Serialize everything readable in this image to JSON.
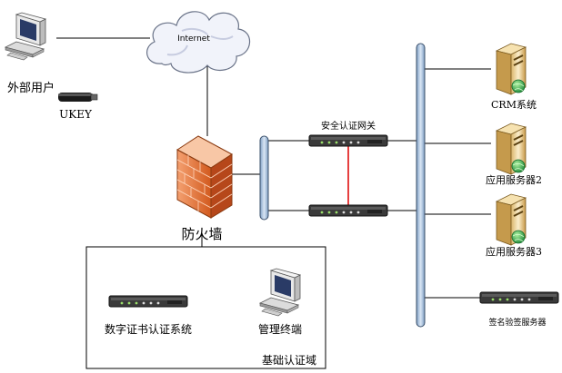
{
  "labels": {
    "internet": "Internet",
    "external_user": "外部用户",
    "ukey": "UKEY",
    "firewall": "防火墙",
    "gateway": "安全认证网关",
    "crm": "CRM系统",
    "app_server_2": "应用服务器2",
    "app_server_3": "应用服务器3",
    "signature_server": "签名验签服务器",
    "cert_system": "数字证书认证系统",
    "mgmt_terminal": "管理终端",
    "base_domain": "基础认证域"
  },
  "colors": {
    "line": "#000000",
    "ha_link": "#e01010",
    "bus_fill": "#b8cfe6",
    "bus_stroke": "#3a4f6a",
    "firewall": "#e8742a"
  },
  "icons": {
    "user_pc": "desktop-computer-icon",
    "ukey": "usb-key-icon",
    "firewall": "brick-wall-icon",
    "server": "tower-server-icon",
    "appliance": "rack-appliance-icon",
    "cloud": "cloud-icon"
  }
}
